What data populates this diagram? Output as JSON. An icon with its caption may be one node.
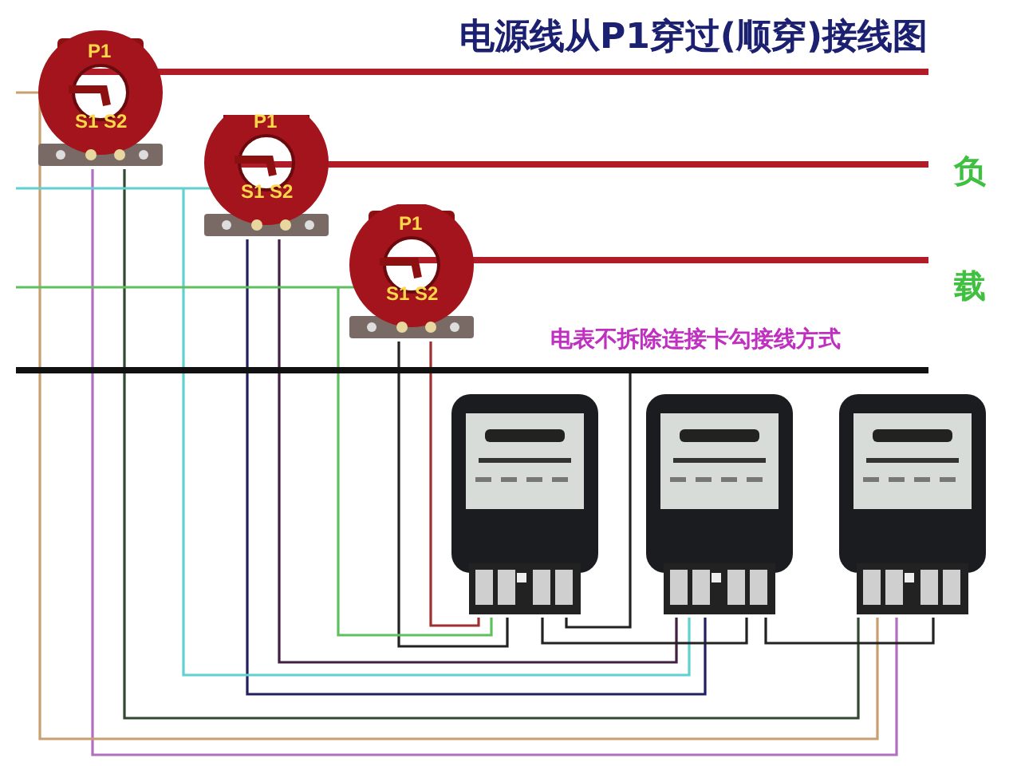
{
  "diagram": {
    "title": "电源线从P1穿过(顺穿)接线图",
    "nodes": [
      {
        "text": [
          "P1",
          "S1",
          "S2"
        ]
      },
      {
        "text": [
          "P1",
          "S1",
          "S2"
        ]
      },
      {
        "text": [
          "P1",
          "S1",
          "S2"
        ]
      },
      {
        "text": [],
        "shape": "line"
      },
      {
        "text": [],
        "shape": "line"
      },
      {
        "text": [],
        "shape": "line"
      },
      {
        "text": [],
        "shape": "line"
      },
      {
        "text": [],
        "shape": "picture"
      },
      {
        "text": [],
        "shape": "picture"
      },
      {
        "text": [],
        "shape": "picture"
      }
    ],
    "edges": [
      {
        "from": 0,
        "to": 9,
        "arrow": "none",
        "color": "#b070c0"
      },
      {
        "from": 0,
        "to": 9,
        "arrow": "none",
        "color": "#304a30"
      },
      {
        "from": 3,
        "to": 9,
        "arrow": "none",
        "color": "#c8a070"
      },
      {
        "from": 1,
        "to": 8,
        "arrow": "none",
        "color": "#202060"
      },
      {
        "from": 1,
        "to": 8,
        "arrow": "none",
        "color": "#402040"
      },
      {
        "from": 4,
        "to": 8,
        "arrow": "none",
        "color": "#60d0d0"
      },
      {
        "from": 2,
        "to": 7,
        "arrow": "none"
      },
      {
        "from": 2,
        "to": 7,
        "arrow": "none",
        "color": "#a03030"
      },
      {
        "from": 5,
        "to": 7,
        "arrow": "none",
        "color": "#60c060"
      },
      {
        "from": 7,
        "to": 6,
        "arrow": "none"
      },
      {
        "from": 7,
        "to": 8,
        "arrow": "none"
      },
      {
        "from": 8,
        "to": 9,
        "arrow": "none"
      }
    ],
    "labels": [
      "负",
      "载",
      "电表不拆除连接卡勾接线方式"
    ]
  }
}
